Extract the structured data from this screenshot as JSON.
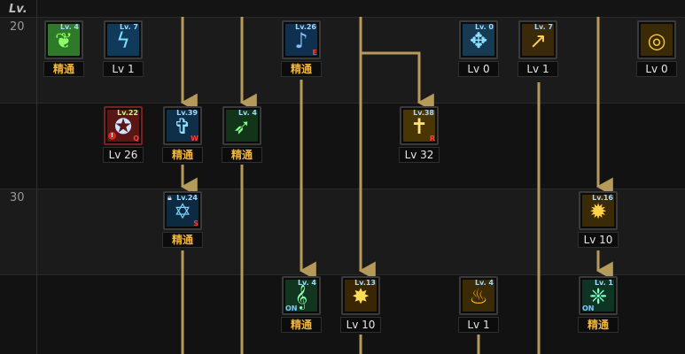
{
  "header": {
    "level_label": "Lv."
  },
  "rows": [
    {
      "level": "20"
    },
    {
      "level": ""
    },
    {
      "level": "30"
    },
    {
      "level": ""
    }
  ],
  "skills": [
    {
      "name": "green-wing-skill-icon",
      "level_tag": "Lv. 4",
      "label": "精通",
      "mastered": true,
      "glyph": "❦",
      "color": "#2f7a2a",
      "glyph_color": "#8cff6a"
    },
    {
      "name": "lightning-bolt-skill-icon",
      "level_tag": "Lv. 7",
      "label": "Lv 1",
      "mastered": false,
      "glyph": "ϟ",
      "color": "#0f3a5a",
      "glyph_color": "#7fdcff"
    },
    {
      "name": "music-note-skill-icon",
      "level_tag": "Lv.26",
      "label": "精通",
      "mastered": true,
      "glyph": "♪",
      "color": "#10304f",
      "glyph_color": "#7fc0ff",
      "hotkey": "E"
    },
    {
      "name": "ice-sparkle-skill-icon",
      "level_tag": "Lv. 0",
      "label": "Lv 0",
      "mastered": false,
      "glyph": "✥",
      "color": "#153a52",
      "glyph_color": "#8de0ff"
    },
    {
      "name": "golden-spear-skill-icon",
      "level_tag": "Lv. 7",
      "label": "Lv 1",
      "mastered": false,
      "glyph": "↗",
      "color": "#3a2a0a",
      "glyph_color": "#ffcc55"
    },
    {
      "name": "golden-ring-skill-icon",
      "level_tag": "",
      "label": "Lv 0",
      "mastered": false,
      "glyph": "◎",
      "color": "#3a2a05",
      "glyph_color": "#ffc83a"
    },
    {
      "name": "red-orb-skill-icon",
      "level_tag": "Lv.22",
      "label": "Lv 26",
      "mastered": false,
      "glyph": "✪",
      "color": "#5a1515",
      "glyph_color": "#cfe3ff",
      "hotkey": "Q",
      "warn": "!"
    },
    {
      "name": "blue-shield-cross-skill-icon",
      "level_tag": "Lv.39",
      "label": "精通",
      "mastered": true,
      "glyph": "✞",
      "color": "#0e2f47",
      "glyph_color": "#8fe0ff",
      "hotkey": "W"
    },
    {
      "name": "green-claw-skill-icon",
      "level_tag": "Lv. 4",
      "label": "精通",
      "mastered": true,
      "glyph": "➶",
      "color": "#12351a",
      "glyph_color": "#7dff8c"
    },
    {
      "name": "holy-cross-burst-skill-icon",
      "level_tag": "Lv.38",
      "label": "Lv 32",
      "mastered": false,
      "glyph": "✝",
      "color": "#4a3505",
      "glyph_color": "#ffe27a",
      "hotkey": "R"
    },
    {
      "name": "hexagram-skill-icon",
      "level_tag": "Lv.24",
      "label": "精通",
      "mastered": true,
      "glyph": "✡",
      "color": "#0c2a40",
      "glyph_color": "#7fd4ff",
      "hotkey": "S",
      "lock": true
    },
    {
      "name": "golden-star-skill-icon",
      "level_tag": "Lv.16",
      "label": "Lv 10",
      "mastered": false,
      "glyph": "✹",
      "color": "#3a2a05",
      "glyph_color": "#ffd24a"
    },
    {
      "name": "green-clef-skill-icon",
      "level_tag": "Lv. 4",
      "label": "精通",
      "mastered": true,
      "glyph": "𝄞",
      "color": "#11351e",
      "glyph_color": "#8dffb0",
      "on": "ON"
    },
    {
      "name": "sun-burst-skill-icon",
      "level_tag": "Lv.13",
      "label": "Lv 10",
      "mastered": false,
      "glyph": "✸",
      "color": "#3a2605",
      "glyph_color": "#ffdd55"
    },
    {
      "name": "golden-pillar-skill-icon",
      "level_tag": "Lv. 4",
      "label": "Lv 1",
      "mastered": false,
      "glyph": "♨",
      "color": "#3a2a05",
      "glyph_color": "#ffb820"
    },
    {
      "name": "green-rune-skill-icon",
      "level_tag": "Lv. 1",
      "label": "精通",
      "mastered": true,
      "glyph": "❈",
      "color": "#0e3424",
      "glyph_color": "#7effc4",
      "on": "ON"
    }
  ]
}
